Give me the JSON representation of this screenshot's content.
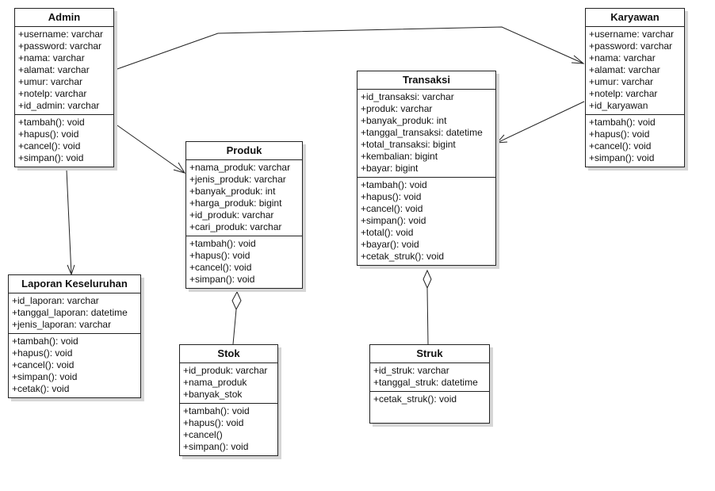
{
  "classes": {
    "admin": {
      "name": "Admin",
      "attributes": [
        "+username: varchar",
        "+password: varchar",
        "+nama: varchar",
        "+alamat: varchar",
        "+umur: varchar",
        "+notelp: varchar",
        "+id_admin: varchar"
      ],
      "methods": [
        "+tambah(): void",
        "+hapus(): void",
        "+cancel(): void",
        "+simpan(): void"
      ]
    },
    "karyawan": {
      "name": "Karyawan",
      "attributes": [
        "+username: varchar",
        "+password: varchar",
        "+nama: varchar",
        "+alamat: varchar",
        "+umur: varchar",
        "+notelp: varchar",
        "+id_karyawan"
      ],
      "methods": [
        "+tambah(): void",
        "+hapus(): void",
        "+cancel(): void",
        "+simpan(): void"
      ]
    },
    "transaksi": {
      "name": "Transaksi",
      "attributes": [
        "+id_transaksi: varchar",
        "+produk: varchar",
        "+banyak_produk: int",
        "+tanggal_transaksi: datetime",
        "+total_transaksi: bigint",
        "+kembalian: bigint",
        "+bayar: bigint"
      ],
      "methods": [
        "+tambah(): void",
        "+hapus(): void",
        "+cancel(): void",
        "+simpan(): void",
        "+total(): void",
        "+bayar(): void",
        "+cetak_struk(): void"
      ]
    },
    "produk": {
      "name": "Produk",
      "attributes": [
        "+nama_produk: varchar",
        "+jenis_produk: varchar",
        "+banyak_produk: int",
        "+harga_produk: bigint",
        "+id_produk: varchar",
        "+cari_produk: varchar"
      ],
      "methods": [
        "+tambah(): void",
        "+hapus(): void",
        "+cancel(): void",
        "+simpan(): void"
      ]
    },
    "laporan": {
      "name": "Laporan Keseluruhan",
      "attributes": [
        "+id_laporan: varchar",
        "+tanggal_laporan: datetime",
        "+jenis_laporan: varchar"
      ],
      "methods": [
        "+tambah(): void",
        "+hapus(): void",
        "+cancel(): void",
        "+simpan(): void",
        "+cetak(): void"
      ]
    },
    "stok": {
      "name": "Stok",
      "attributes": [
        "+id_produk: varchar",
        "+nama_produk",
        "+banyak_stok"
      ],
      "methods": [
        "+tambah(): void",
        "+hapus(): void",
        "+cancel()",
        "+simpan(): void"
      ]
    },
    "struk": {
      "name": "Struk",
      "attributes": [
        "+id_struk: varchar",
        "+tanggal_struk: datetime"
      ],
      "methods": [
        "+cetak_struk(): void"
      ]
    }
  },
  "relationships": [
    {
      "from": "admin",
      "to": "karyawan",
      "kind": "association"
    },
    {
      "from": "admin",
      "to": "produk",
      "kind": "association"
    },
    {
      "from": "admin",
      "to": "laporan",
      "kind": "association"
    },
    {
      "from": "karyawan",
      "to": "transaksi",
      "kind": "association"
    },
    {
      "from": "stok",
      "to": "produk",
      "kind": "aggregation"
    },
    {
      "from": "struk",
      "to": "transaksi",
      "kind": "aggregation"
    }
  ]
}
